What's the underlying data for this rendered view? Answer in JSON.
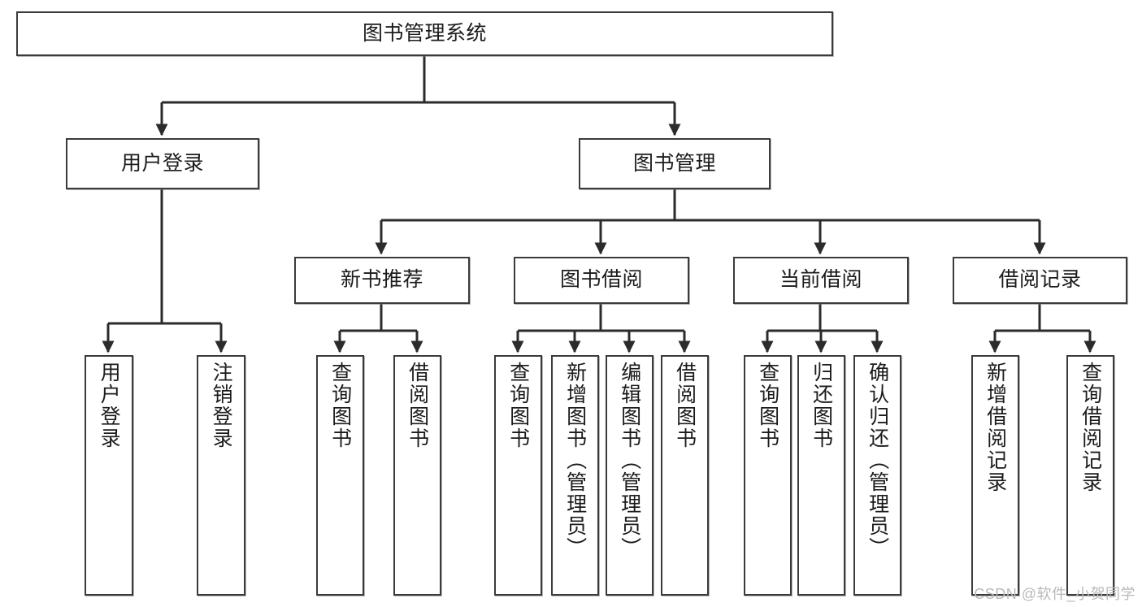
{
  "diagram": {
    "title": "图书管理系统",
    "type": "functional-structure-tree",
    "watermark": "CSDN @软件_小贺同学",
    "colors": {
      "background": "#ffffff",
      "node_border": "#3b3b3b",
      "node_fill": "#ffffff",
      "edge": "#2b2b2b",
      "watermark": "#b9b9b9"
    },
    "levels": {
      "root": [
        "图书管理系统"
      ],
      "level2": [
        "用户登录",
        "图书管理"
      ],
      "level3": [
        "新书推荐",
        "图书借阅",
        "当前借阅",
        "借阅记录"
      ],
      "level4": [
        "用户登录",
        "注销登录",
        "查询图书",
        "借阅图书",
        "查询图书",
        "新增图书（管理员）",
        "编辑图书（管理员）",
        "借阅图书",
        "查询图书",
        "归还图书",
        "确认归还（管理员）",
        "新增借阅记录",
        "查询借阅记录"
      ]
    },
    "nodes": {
      "root": {
        "label": "图书管理系统"
      },
      "user_login": {
        "label": "用户登录"
      },
      "book_manage": {
        "label": "图书管理"
      },
      "new_book_rec": {
        "label": "新书推荐"
      },
      "book_borrow": {
        "label": "图书借阅"
      },
      "current_borrow": {
        "label": "当前借阅"
      },
      "borrow_record": {
        "label": "借阅记录"
      },
      "leaf_user_login": {
        "label": "用户登录"
      },
      "leaf_logout": {
        "label": "注销登录"
      },
      "leaf_query_book_1": {
        "label": "查询图书"
      },
      "leaf_borrow_book_1": {
        "label": "借阅图书"
      },
      "leaf_query_book_2": {
        "label": "查询图书"
      },
      "leaf_add_book_admin": {
        "label": "新增图书（管理员）"
      },
      "leaf_edit_book_admin": {
        "label": "编辑图书（管理员）"
      },
      "leaf_borrow_book_2": {
        "label": "借阅图书"
      },
      "leaf_query_book_3": {
        "label": "查询图书"
      },
      "leaf_return_book": {
        "label": "归还图书"
      },
      "leaf_confirm_return_admin": {
        "label": "确认归还（管理员）"
      },
      "leaf_add_borrow_record": {
        "label": "新增借阅记录"
      },
      "leaf_query_borrow_record": {
        "label": "查询借阅记录"
      }
    },
    "edges": [
      {
        "from": "root",
        "to": "user_login"
      },
      {
        "from": "root",
        "to": "book_manage"
      },
      {
        "from": "user_login",
        "to": "leaf_user_login"
      },
      {
        "from": "user_login",
        "to": "leaf_logout"
      },
      {
        "from": "book_manage",
        "to": "new_book_rec"
      },
      {
        "from": "book_manage",
        "to": "book_borrow"
      },
      {
        "from": "book_manage",
        "to": "current_borrow"
      },
      {
        "from": "book_manage",
        "to": "borrow_record"
      },
      {
        "from": "new_book_rec",
        "to": "leaf_query_book_1"
      },
      {
        "from": "new_book_rec",
        "to": "leaf_borrow_book_1"
      },
      {
        "from": "book_borrow",
        "to": "leaf_query_book_2"
      },
      {
        "from": "book_borrow",
        "to": "leaf_add_book_admin"
      },
      {
        "from": "book_borrow",
        "to": "leaf_edit_book_admin"
      },
      {
        "from": "book_borrow",
        "to": "leaf_borrow_book_2"
      },
      {
        "from": "current_borrow",
        "to": "leaf_query_book_3"
      },
      {
        "from": "current_borrow",
        "to": "leaf_return_book"
      },
      {
        "from": "current_borrow",
        "to": "leaf_confirm_return_admin"
      },
      {
        "from": "borrow_record",
        "to": "leaf_add_borrow_record"
      },
      {
        "from": "borrow_record",
        "to": "leaf_query_borrow_record"
      }
    ]
  }
}
